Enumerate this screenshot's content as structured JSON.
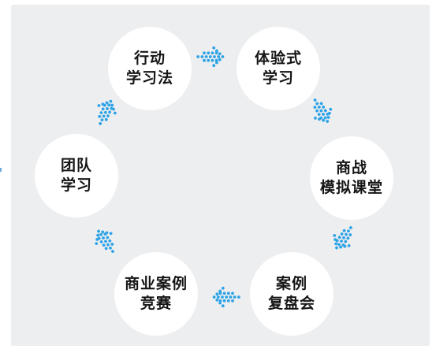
{
  "diagram": {
    "nodes": [
      {
        "id": "action-learning",
        "lines": [
          "行动",
          "学习法"
        ]
      },
      {
        "id": "experiential-learning",
        "lines": [
          "体验式",
          "学习"
        ]
      },
      {
        "id": "business-simulation",
        "lines": [
          "商战",
          "模拟课堂"
        ]
      },
      {
        "id": "case-review",
        "lines": [
          "案例",
          "复盘会"
        ]
      },
      {
        "id": "business-case-competition",
        "lines": [
          "商业案例",
          "竞赛"
        ]
      },
      {
        "id": "team-learning",
        "lines": [
          "团队",
          "学习"
        ]
      }
    ],
    "edges": [
      {
        "from": 0,
        "to": 1
      },
      {
        "from": 1,
        "to": 2
      },
      {
        "from": 2,
        "to": 3
      },
      {
        "from": 3,
        "to": 4
      },
      {
        "from": 4,
        "to": 5
      },
      {
        "from": 5,
        "to": 0
      }
    ],
    "colors": {
      "background": "#edeef0",
      "node_fill": "#ffffff",
      "node_text": "#151515",
      "arrow_dots": "#2ea3e6"
    },
    "arrow_style": "dotted-chevron"
  }
}
